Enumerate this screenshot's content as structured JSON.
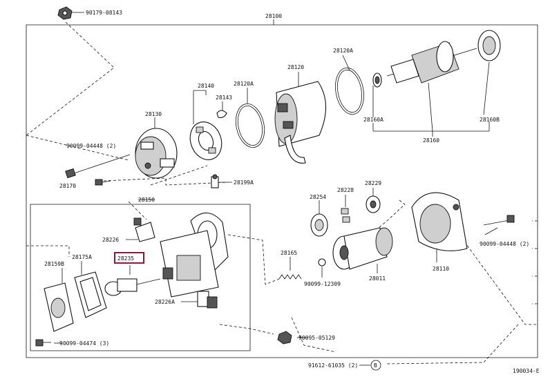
{
  "diagram_id": "190034-E",
  "callout_circle": "B",
  "labels": {
    "p90179_08143": "90179-08143",
    "p28100": "28100",
    "p28120a_top": "28120A",
    "p28120": "28120",
    "p28140": "28140",
    "p28143": "28143",
    "p28120a_mid": "28120A",
    "p28130": "28130",
    "p90099_04448_l": "90099-04448 (2)",
    "p28170": "28170",
    "p28199a": "28199A",
    "p28160a": "28160A",
    "p28160": "28160",
    "p28160b": "28160B",
    "p28150": "28150",
    "p28226": "28226",
    "p28254": "28254",
    "p28228": "28228",
    "p28229": "28229",
    "p90099_04448_r": "90099-04448 (2)",
    "p28159b": "28159B",
    "p28175a": "28175A",
    "p28235": "28235",
    "p28165": "28165",
    "p28110": "28110",
    "p90099_12309": "90099-12309",
    "p28011": "28011",
    "p28226a": "28226A",
    "p90099_04474": "90099-04474 (3)",
    "p90095_05129": "90095-05129",
    "p91612_61035": "91612-61035 (2)"
  },
  "highlight": {
    "label": "28235",
    "color": "#8b1a3a"
  }
}
